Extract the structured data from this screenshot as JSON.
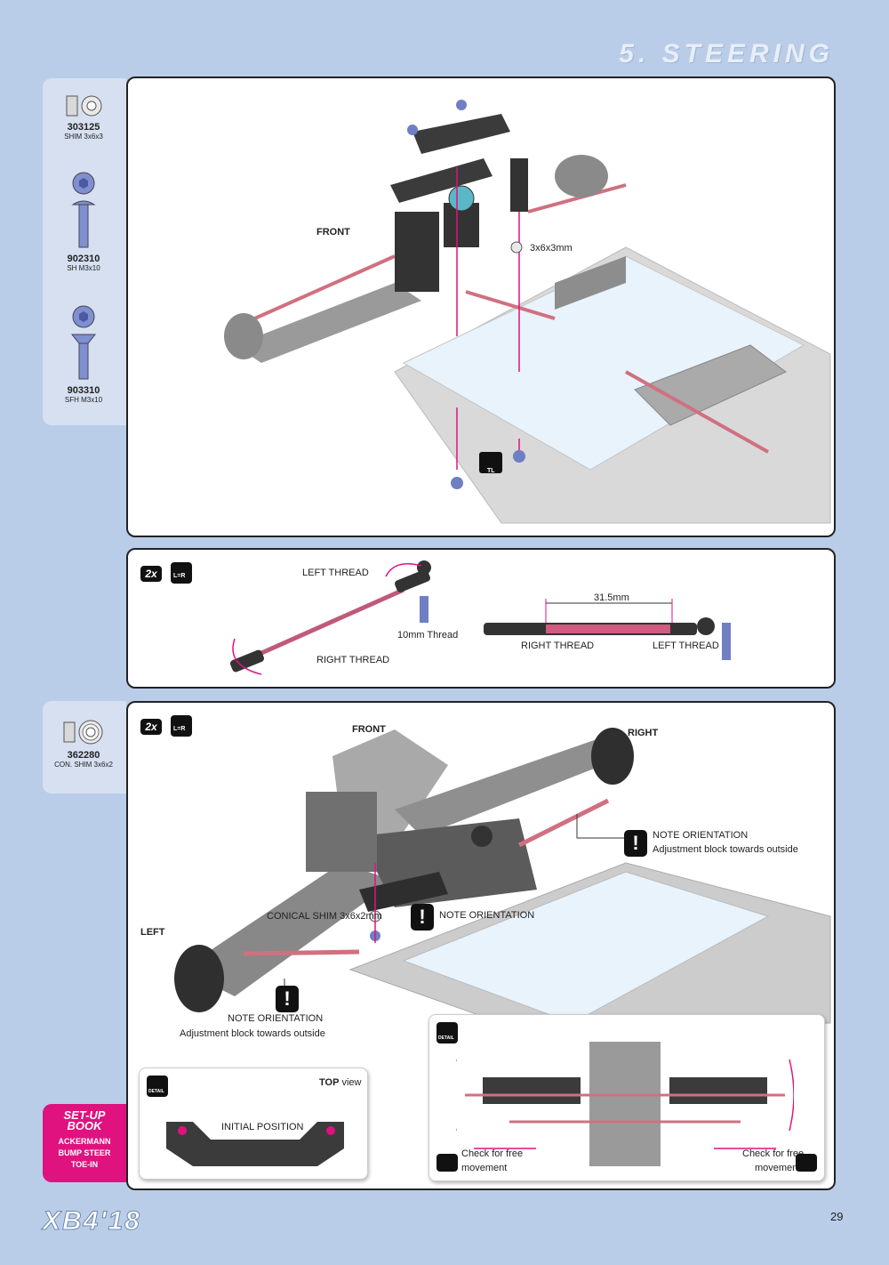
{
  "header": {
    "section_title": "5. STEERING"
  },
  "parts_top": [
    {
      "number": "303125",
      "description": "SHIM 3x6x3",
      "icon": "shim-icon"
    },
    {
      "number": "902310",
      "description": "SH M3x10",
      "icon": "button-head-screw-icon"
    },
    {
      "number": "903310",
      "description": "SFH M3x10",
      "icon": "flat-head-screw-icon"
    }
  ],
  "parts_bottom": [
    {
      "number": "362280",
      "description": "CON. SHIM 3x6x2",
      "icon": "conical-shim-icon"
    }
  ],
  "step1": {
    "front_label": "FRONT",
    "shim_label": "3x6x3mm",
    "tool_label": "TL"
  },
  "step2": {
    "quantity": "2x",
    "lr_symbol": "L=R",
    "left_thread": "LEFT THREAD",
    "right_thread": "RIGHT THREAD",
    "ten_mm_thread": "10mm Thread",
    "length": "31.5mm",
    "right_thread_2": "RIGHT  THREAD",
    "left_thread_2": "LEFT  THREAD"
  },
  "step3": {
    "quantity": "2x",
    "lr_symbol": "L=R",
    "front_label": "FRONT",
    "right_label": "RIGHT",
    "left_label": "LEFT",
    "note_orientation": "NOTE ORIENTATION",
    "adjust_outside": "Adjustment block towards outside",
    "conical_shim": "CONICAL SHIM 3x6x2mm",
    "note_orientation_2": "NOTE ORIENTATION",
    "note_orientation_3": "NOTE ORIENTATION",
    "adjust_outside_2": "Adjustment block towards outside",
    "detail_label": "DETAIL",
    "top_view_bold": "TOP",
    "top_view_rest": "view",
    "initial_position": "INITIAL POSITION",
    "check_free_left_1": "Check for free",
    "check_free_left_2": "movement",
    "check_free_right_1": "Check for free",
    "check_free_right_2": "movement"
  },
  "setup_book": {
    "title_1": "SET-UP",
    "title_2": "BOOK",
    "items": [
      "ACKERMANN",
      "BUMP STEER",
      "TOE-IN"
    ]
  },
  "footer": {
    "logo": "XB4'18",
    "page_number": "29"
  },
  "colors": {
    "accent": "#e0127f",
    "background": "#b9cde9",
    "sidebar": "#d6e0f1",
    "hardware": "#6f7fc4"
  }
}
